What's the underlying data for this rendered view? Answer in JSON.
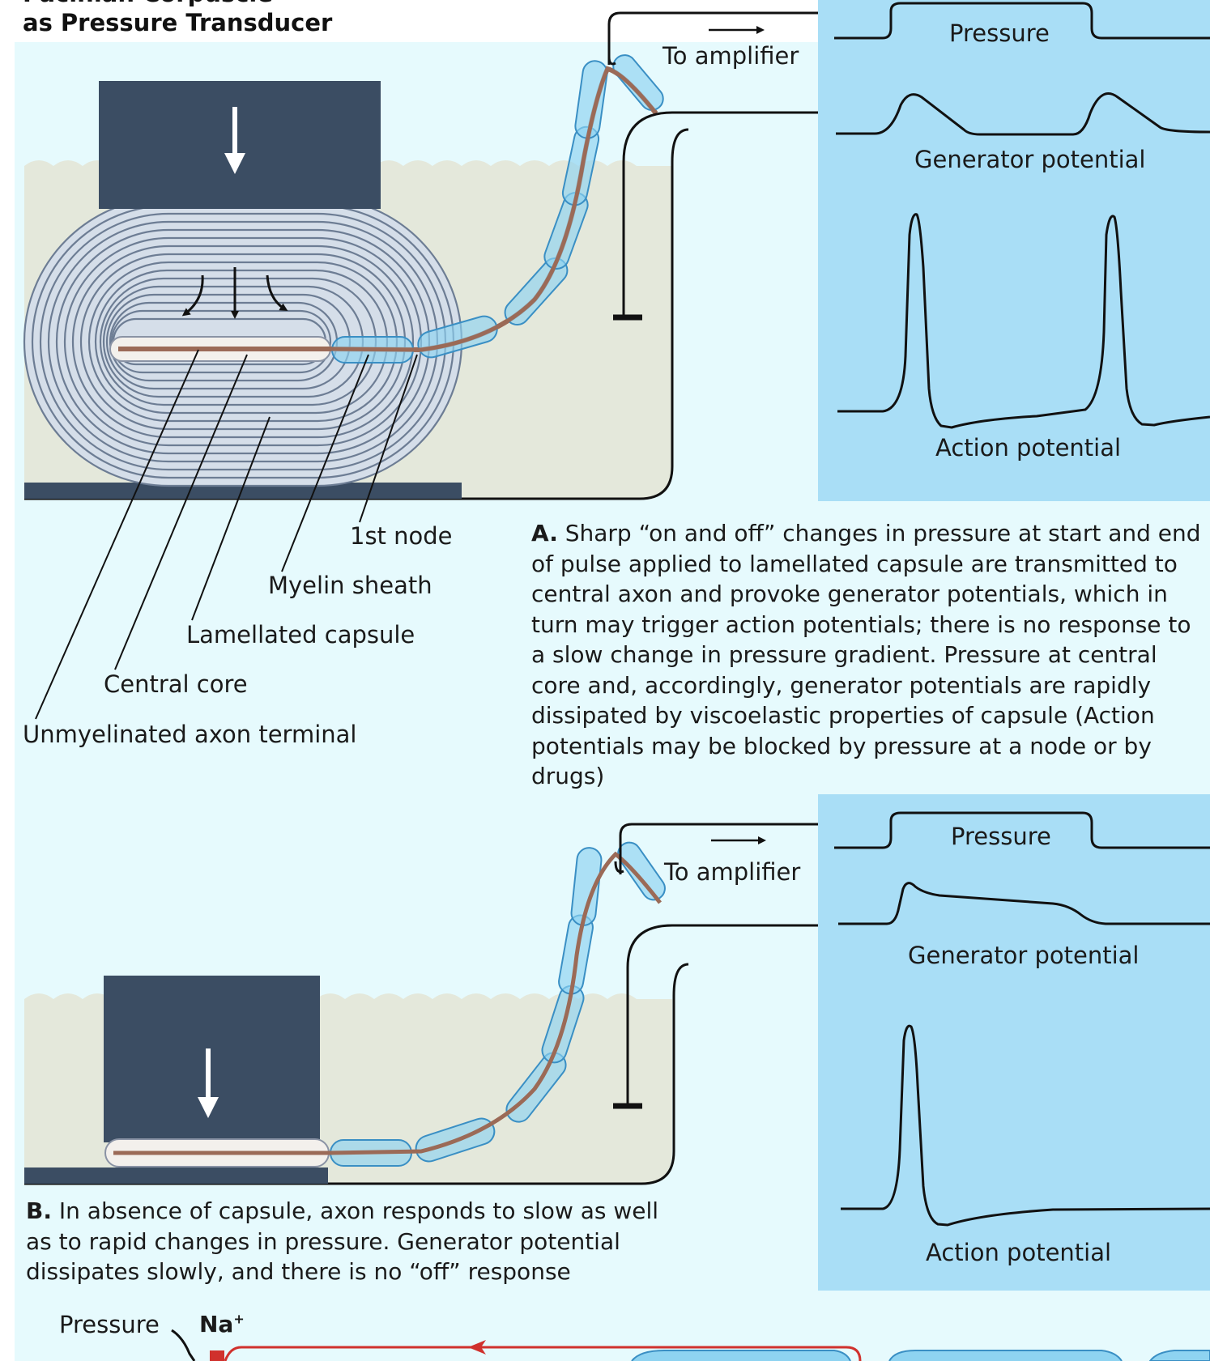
{
  "title": {
    "line1": "Pacinian Corpuscle",
    "line2": "as Pressure Transducer"
  },
  "colors": {
    "page_background": "#e6fafd",
    "graph_panel": "#a9def6",
    "capsule_block": "#3b4d63",
    "fluid": "#e4e8db",
    "axon": "#9b6a57",
    "myelin": "#8ed3f1",
    "stimulus_arrow_red": "#d0312d"
  },
  "panel_a": {
    "amplifier_label": "To amplifier",
    "graph_labels": {
      "pressure": "Pressure",
      "generator": "Generator potential",
      "action": "Action potential"
    },
    "structure_labels": {
      "first_node": "1st node",
      "myelin": "Myelin sheath",
      "capsule": "Lamellated capsule",
      "core": "Central core",
      "terminal": "Unmyelinated axon terminal"
    },
    "caption_letter": "A.",
    "caption_text": "Sharp “on and off” changes in pressure at start and end of pulse applied to lamellated capsule are transmitted to central axon and provoke generator potentials, which in turn may trigger action potentials; there is no response to a slow change in pressure gradient. Pressure at central core and, accordingly, generator potentials are rapidly dissipated by viscoelastic properties of capsule (Action potentials may be blocked by pressure at a node or by drugs)"
  },
  "panel_b": {
    "amplifier_label": "To amplifier",
    "graph_labels": {
      "pressure": "Pressure",
      "generator": "Generator potential",
      "action": "Action potential"
    },
    "caption_letter": "B.",
    "caption_text": "In absence of capsule, axon responds to slow as well as to rapid changes in pressure. Generator potential dissipates slowly, and there is no “off” response"
  },
  "panel_c": {
    "pressure_label": "Pressure",
    "ion_label": "Na",
    "ion_charge": "+"
  }
}
